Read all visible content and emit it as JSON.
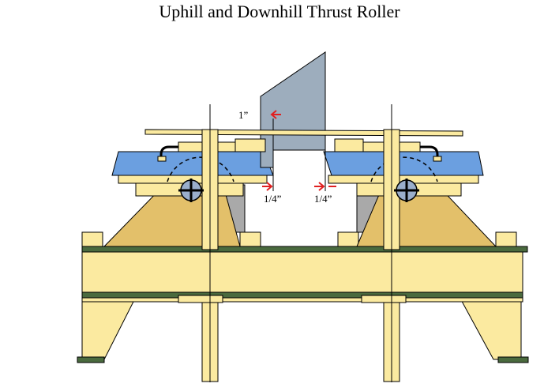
{
  "title": "Uphill and Downhill Thrust Roller",
  "labels": {
    "top_gap": "1”",
    "left_gap": "1/4”",
    "right_gap": "1/4”"
  },
  "colors": {
    "rail": "#9dadbd",
    "frame_yellow": "#fbeaa0",
    "bracket_gold": "#e3c06a",
    "roller_blue": "#6b9fe0",
    "flange_green": "#4a6a3e",
    "arrow_red": "#e02020",
    "bearing_blue": "#9aaecb",
    "roller_gray": "#a9a9a9"
  }
}
